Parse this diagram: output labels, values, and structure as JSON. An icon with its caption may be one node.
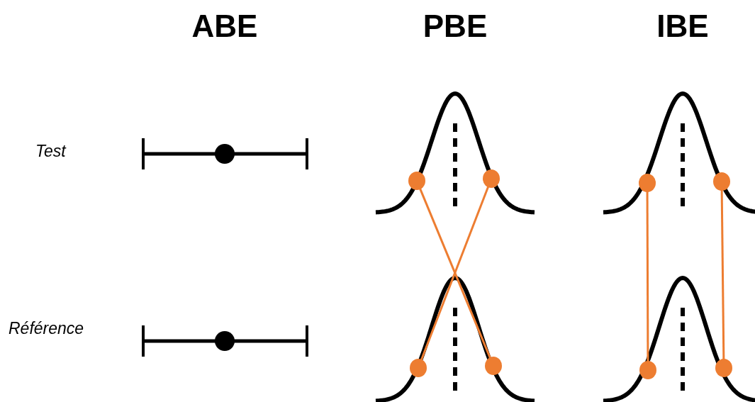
{
  "diagram": {
    "nodes": [
      {
        "text": [],
        "shape": "circle"
      },
      {
        "text": [],
        "shape": "circle"
      },
      {
        "text": [],
        "shape": "circle"
      },
      {
        "text": [],
        "shape": "circle"
      },
      {
        "text": [],
        "shape": "circle"
      },
      {
        "text": [],
        "shape": "circle"
      },
      {
        "text": [],
        "shape": "circle"
      },
      {
        "text": [],
        "shape": "circle"
      }
    ],
    "edges": [
      {
        "from": 0,
        "to": 3,
        "arrow": "none"
      },
      {
        "from": 1,
        "to": 2,
        "arrow": "none"
      },
      {
        "from": 4,
        "to": 6,
        "arrow": "none"
      },
      {
        "from": 5,
        "to": 7,
        "arrow": "none"
      }
    ],
    "labels": [
      "ABE",
      "PBE",
      "IBE",
      "Test",
      "Référence"
    ]
  }
}
